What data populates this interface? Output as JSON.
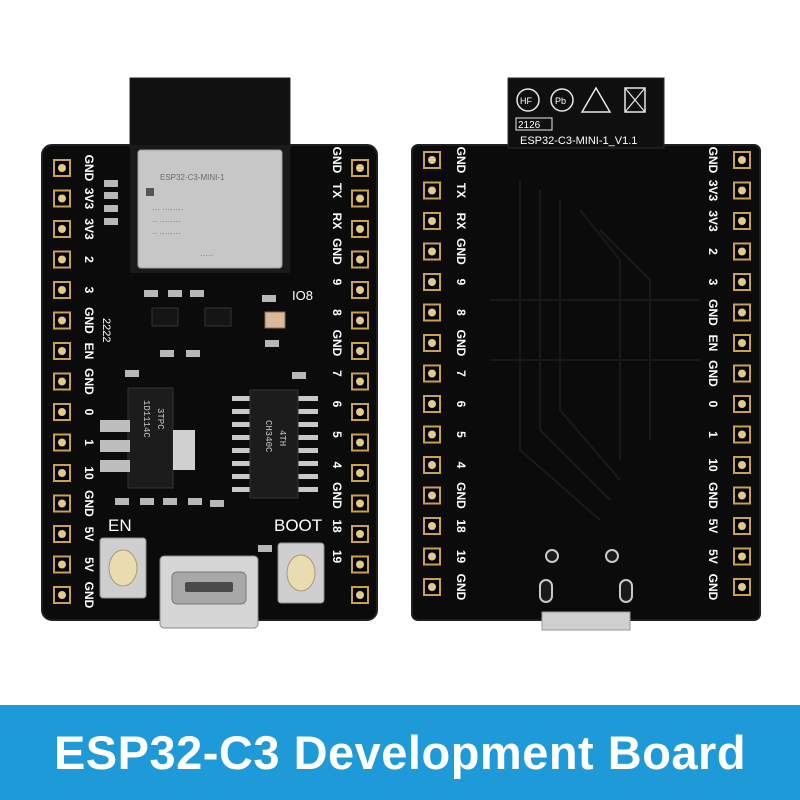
{
  "banner": {
    "title": "ESP32-C3 Development Board"
  },
  "front_board": {
    "left_pins": [
      "GND",
      "3V3",
      "3V3",
      "2",
      "3",
      "GND",
      "EN",
      "GND",
      "0",
      "1",
      "10",
      "GND",
      "5V",
      "5V",
      "GND"
    ],
    "right_pins": [
      "GND",
      "TX",
      "RX",
      "GND",
      "9",
      "8",
      "GND",
      "7",
      "6",
      "5",
      "4",
      "GND",
      "18",
      "19"
    ],
    "module_label": "ESP32-C3-MINI-1",
    "ldo_marking": [
      "1D1114C",
      "3TPC"
    ],
    "usb_chip_marking": [
      "CH340C",
      "4TH"
    ],
    "button_en_label": "EN",
    "button_boot_label": "BOOT",
    "led_label": "IO8"
  },
  "back_board": {
    "left_pins": [
      "GND",
      "TX",
      "RX",
      "GND",
      "9",
      "8",
      "GND",
      "7",
      "6",
      "5",
      "4",
      "GND",
      "18",
      "19",
      "GND"
    ],
    "right_pins": [
      "GND",
      "3V3",
      "3V3",
      "2",
      "3",
      "GND",
      "EN",
      "GND",
      "0",
      "1",
      "10",
      "GND",
      "5V",
      "5V",
      "GND"
    ],
    "sticker_date": "2126",
    "sticker_model": "ESP32-C3-MINI-1_V1.1",
    "sticker_marks": [
      "HF",
      "Pb"
    ]
  },
  "colors": {
    "banner": "#1e9ad8",
    "pcb": "#0a0a0a",
    "pin_gold": "#c9a24a"
  }
}
